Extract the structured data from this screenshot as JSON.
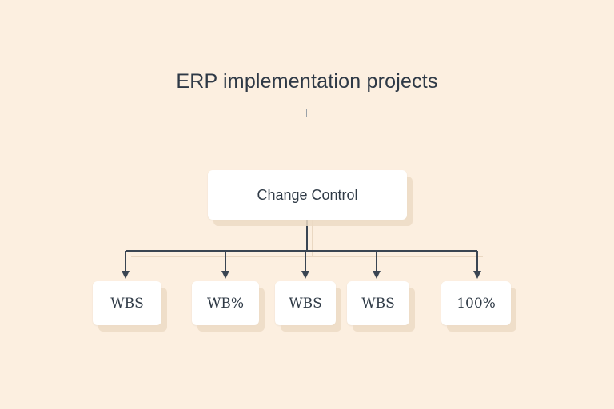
{
  "diagram": {
    "title": "ERP implementation projects",
    "root": {
      "label": "Change Control"
    },
    "children": [
      {
        "label": "WBS"
      },
      {
        "label": "WB%"
      },
      {
        "label": "WBS"
      },
      {
        "label": "WBS"
      },
      {
        "label": "100%"
      }
    ],
    "colors": {
      "background": "#fcefe0",
      "node_fill": "#ffffff",
      "connector": "#3a4552",
      "text": "#2f3a46"
    }
  }
}
